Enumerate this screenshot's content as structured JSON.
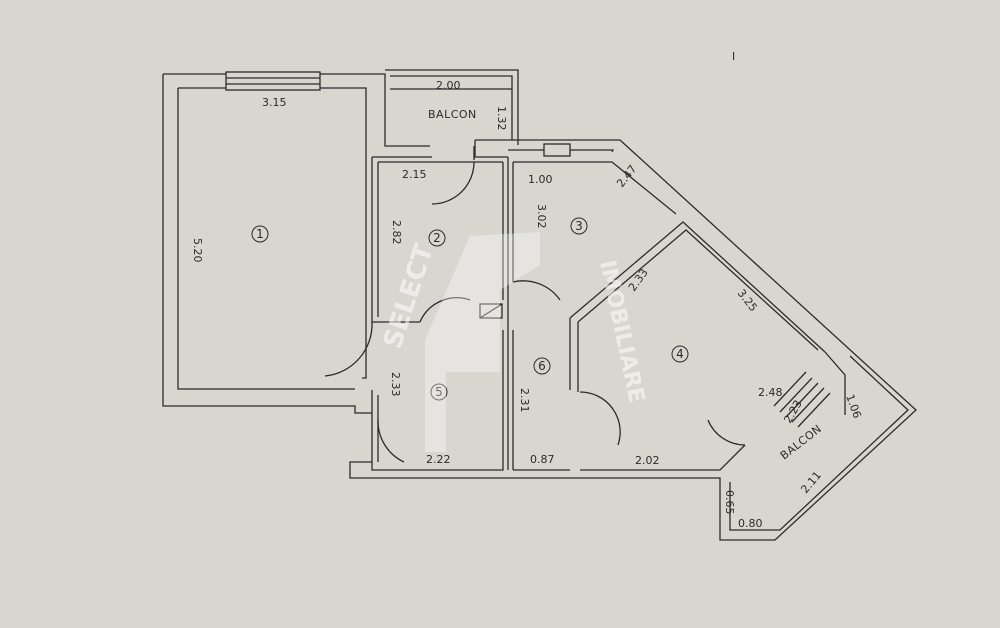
{
  "colors": {
    "paper": "#d9d6cf",
    "wall": "#2b2b2b",
    "watermark": "#ffffff"
  },
  "corner_mark": "I",
  "watermark": {
    "left_text": "SELECT",
    "right_text": "IMOBILIARE"
  },
  "rooms": [
    {
      "id": "1",
      "label": "1"
    },
    {
      "id": "2",
      "label": "2"
    },
    {
      "id": "3",
      "label": "3"
    },
    {
      "id": "4",
      "label": "4"
    },
    {
      "id": "5",
      "label": "5"
    },
    {
      "id": "6",
      "label": "6"
    }
  ],
  "balconies": {
    "top": "BALCON",
    "right": "BALCON"
  },
  "dimensions": {
    "room1_width": "3.15",
    "room1_length": "5.20",
    "balcony_top_width": "2.00",
    "balcony_top_depth": "1.32",
    "room2_width": "2.15",
    "room2_length": "2.82",
    "room3_width": "1.00",
    "room3_diag": "2.47",
    "room3_length": "3.02",
    "room4_side_a": "2.33",
    "room4_side_b": "3.25",
    "room4_side_c": "2.48",
    "room4_bottom": "2.02",
    "room5_height": "2.33",
    "room5_width": "2.22",
    "room6_height": "2.31",
    "room6_width": "0.87",
    "balcony_right_a": "2.23",
    "balcony_right_b": "1.06",
    "balcony_right_c": "2.11",
    "balcony_right_d": "0.65",
    "balcony_right_e": "0.80"
  }
}
